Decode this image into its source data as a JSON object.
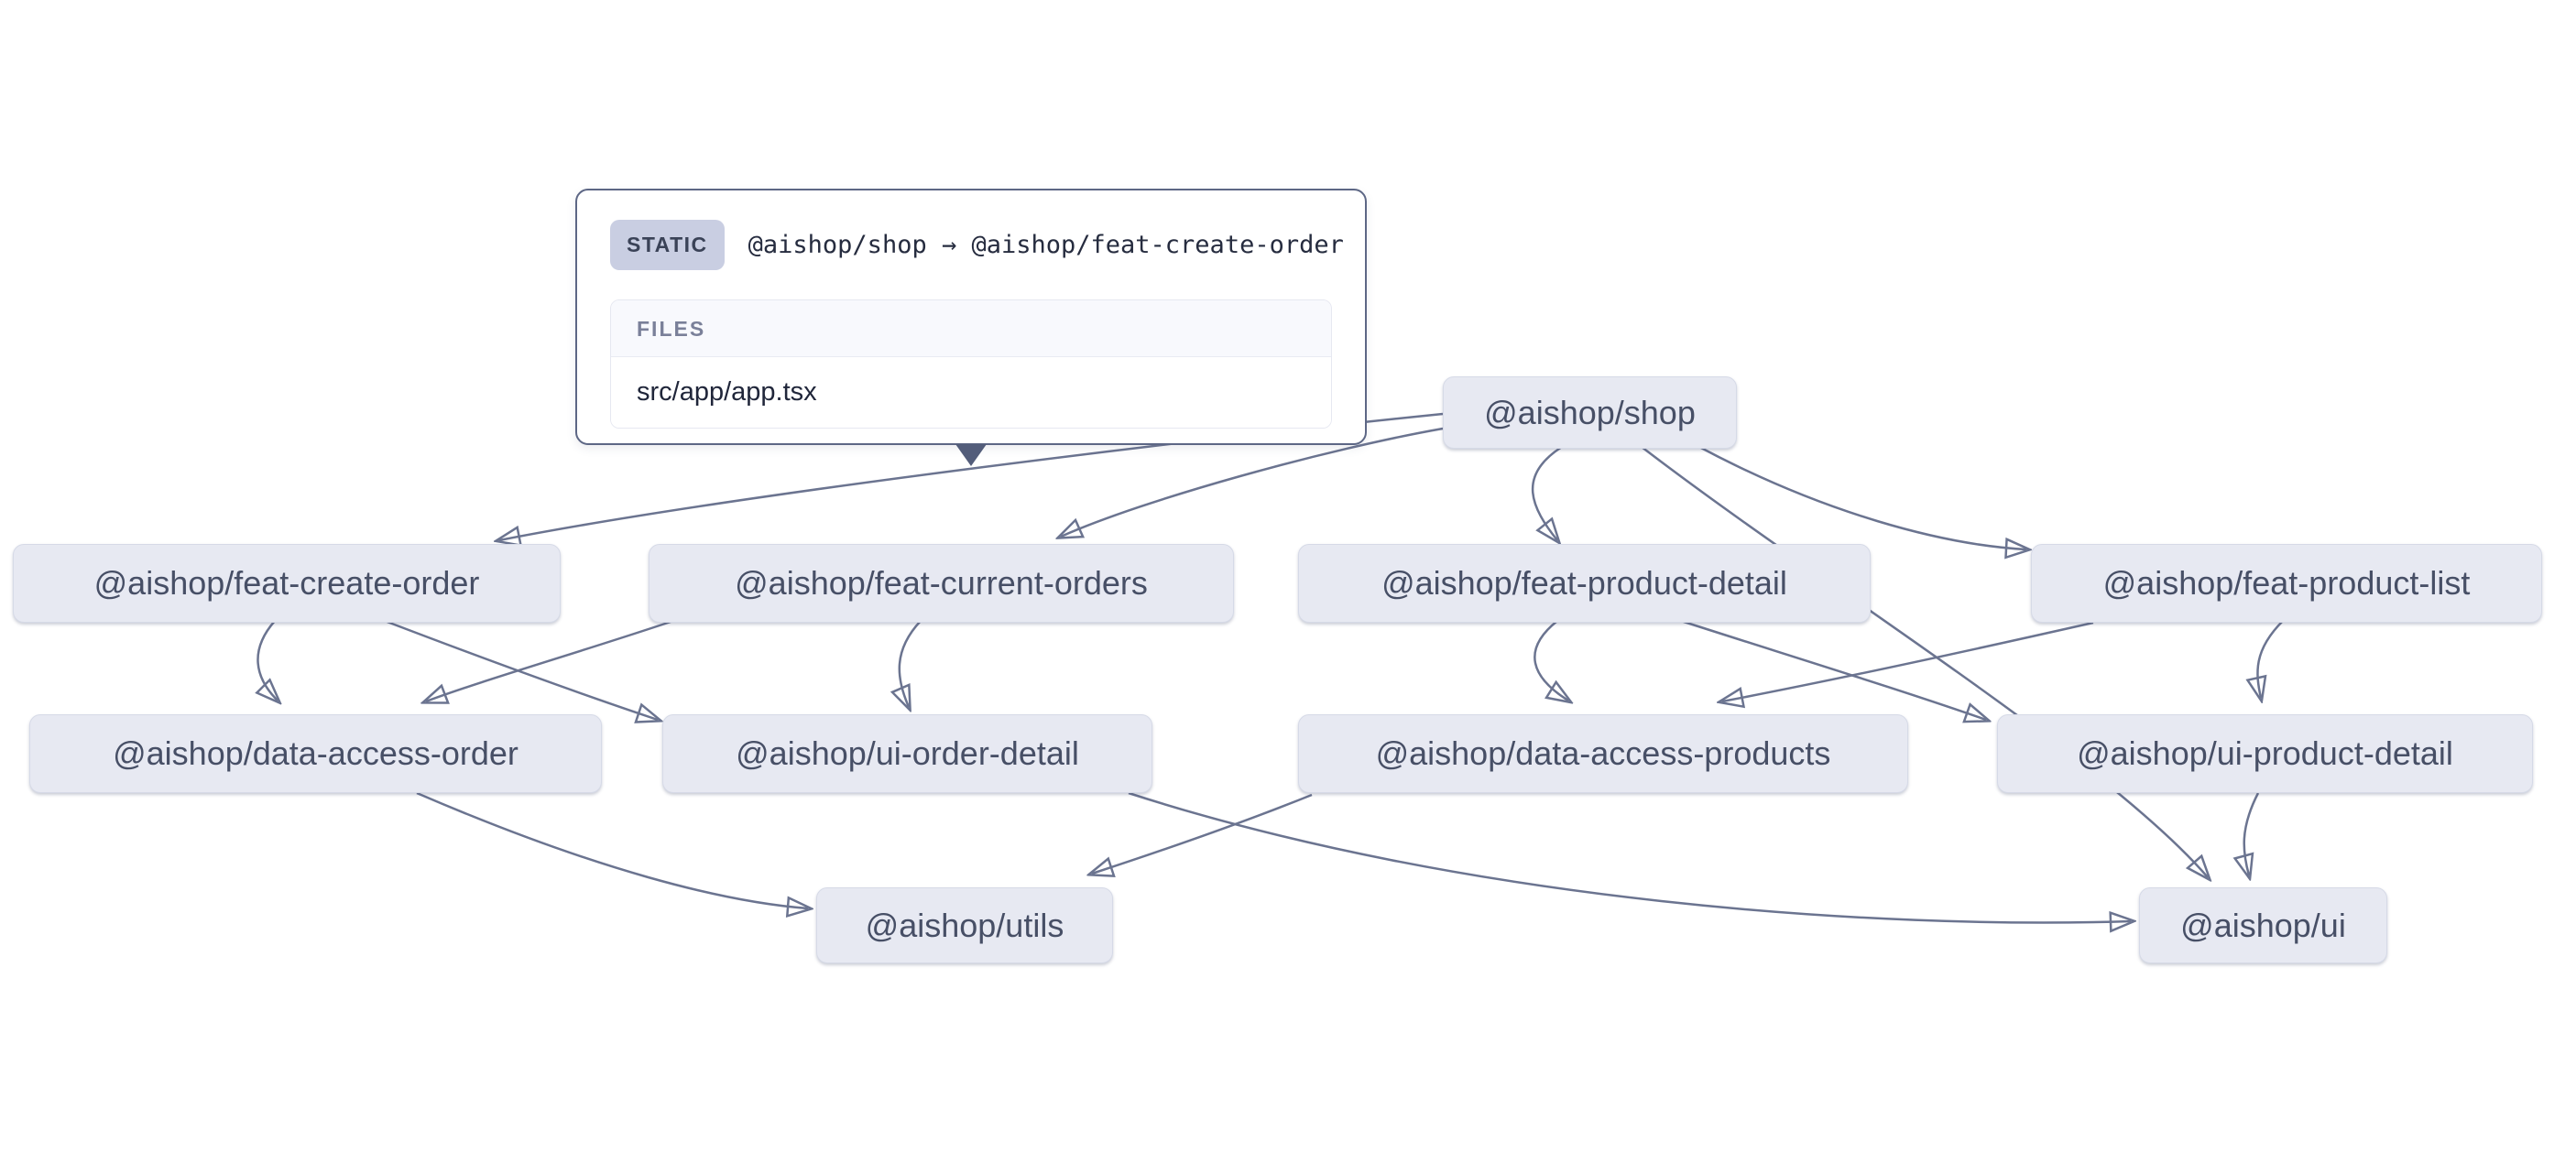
{
  "tooltip": {
    "type_label": "STATIC",
    "title": "@aishop/shop → @aishop/feat-create-order",
    "files_heading": "FILES",
    "files": [
      "src/app/app.tsx"
    ]
  },
  "graph": {
    "nodes": [
      {
        "id": "shop",
        "label": "@aishop/shop"
      },
      {
        "id": "feat-create-order",
        "label": "@aishop/feat-create-order"
      },
      {
        "id": "feat-current-orders",
        "label": "@aishop/feat-current-orders"
      },
      {
        "id": "feat-product-detail",
        "label": "@aishop/feat-product-detail"
      },
      {
        "id": "feat-product-list",
        "label": "@aishop/feat-product-list"
      },
      {
        "id": "data-access-order",
        "label": "@aishop/data-access-order"
      },
      {
        "id": "ui-order-detail",
        "label": "@aishop/ui-order-detail"
      },
      {
        "id": "data-access-products",
        "label": "@aishop/data-access-products"
      },
      {
        "id": "ui-product-detail",
        "label": "@aishop/ui-product-detail"
      },
      {
        "id": "utils",
        "label": "@aishop/utils"
      },
      {
        "id": "ui",
        "label": "@aishop/ui"
      }
    ],
    "edges": [
      {
        "from": "shop",
        "to": "feat-create-order",
        "type": "static"
      },
      {
        "from": "shop",
        "to": "feat-current-orders"
      },
      {
        "from": "shop",
        "to": "feat-product-detail"
      },
      {
        "from": "shop",
        "to": "feat-product-list"
      },
      {
        "from": "shop",
        "to": "ui"
      },
      {
        "from": "feat-create-order",
        "to": "data-access-order"
      },
      {
        "from": "feat-create-order",
        "to": "ui-order-detail"
      },
      {
        "from": "feat-current-orders",
        "to": "data-access-order"
      },
      {
        "from": "feat-current-orders",
        "to": "ui-order-detail"
      },
      {
        "from": "feat-product-detail",
        "to": "data-access-products"
      },
      {
        "from": "feat-product-detail",
        "to": "ui-product-detail"
      },
      {
        "from": "feat-product-list",
        "to": "data-access-products"
      },
      {
        "from": "feat-product-list",
        "to": "ui-product-detail"
      },
      {
        "from": "data-access-order",
        "to": "utils"
      },
      {
        "from": "data-access-products",
        "to": "utils"
      },
      {
        "from": "ui-order-detail",
        "to": "ui"
      },
      {
        "from": "ui-product-detail",
        "to": "ui"
      }
    ]
  },
  "colors": {
    "node_fill": "#e7e9f2",
    "node_text": "#474f66",
    "edge": "#6b7490",
    "tooltip_border": "#5d6785",
    "badge_bg": "#c9cee2",
    "files_header_bg": "#f8f9fd"
  }
}
